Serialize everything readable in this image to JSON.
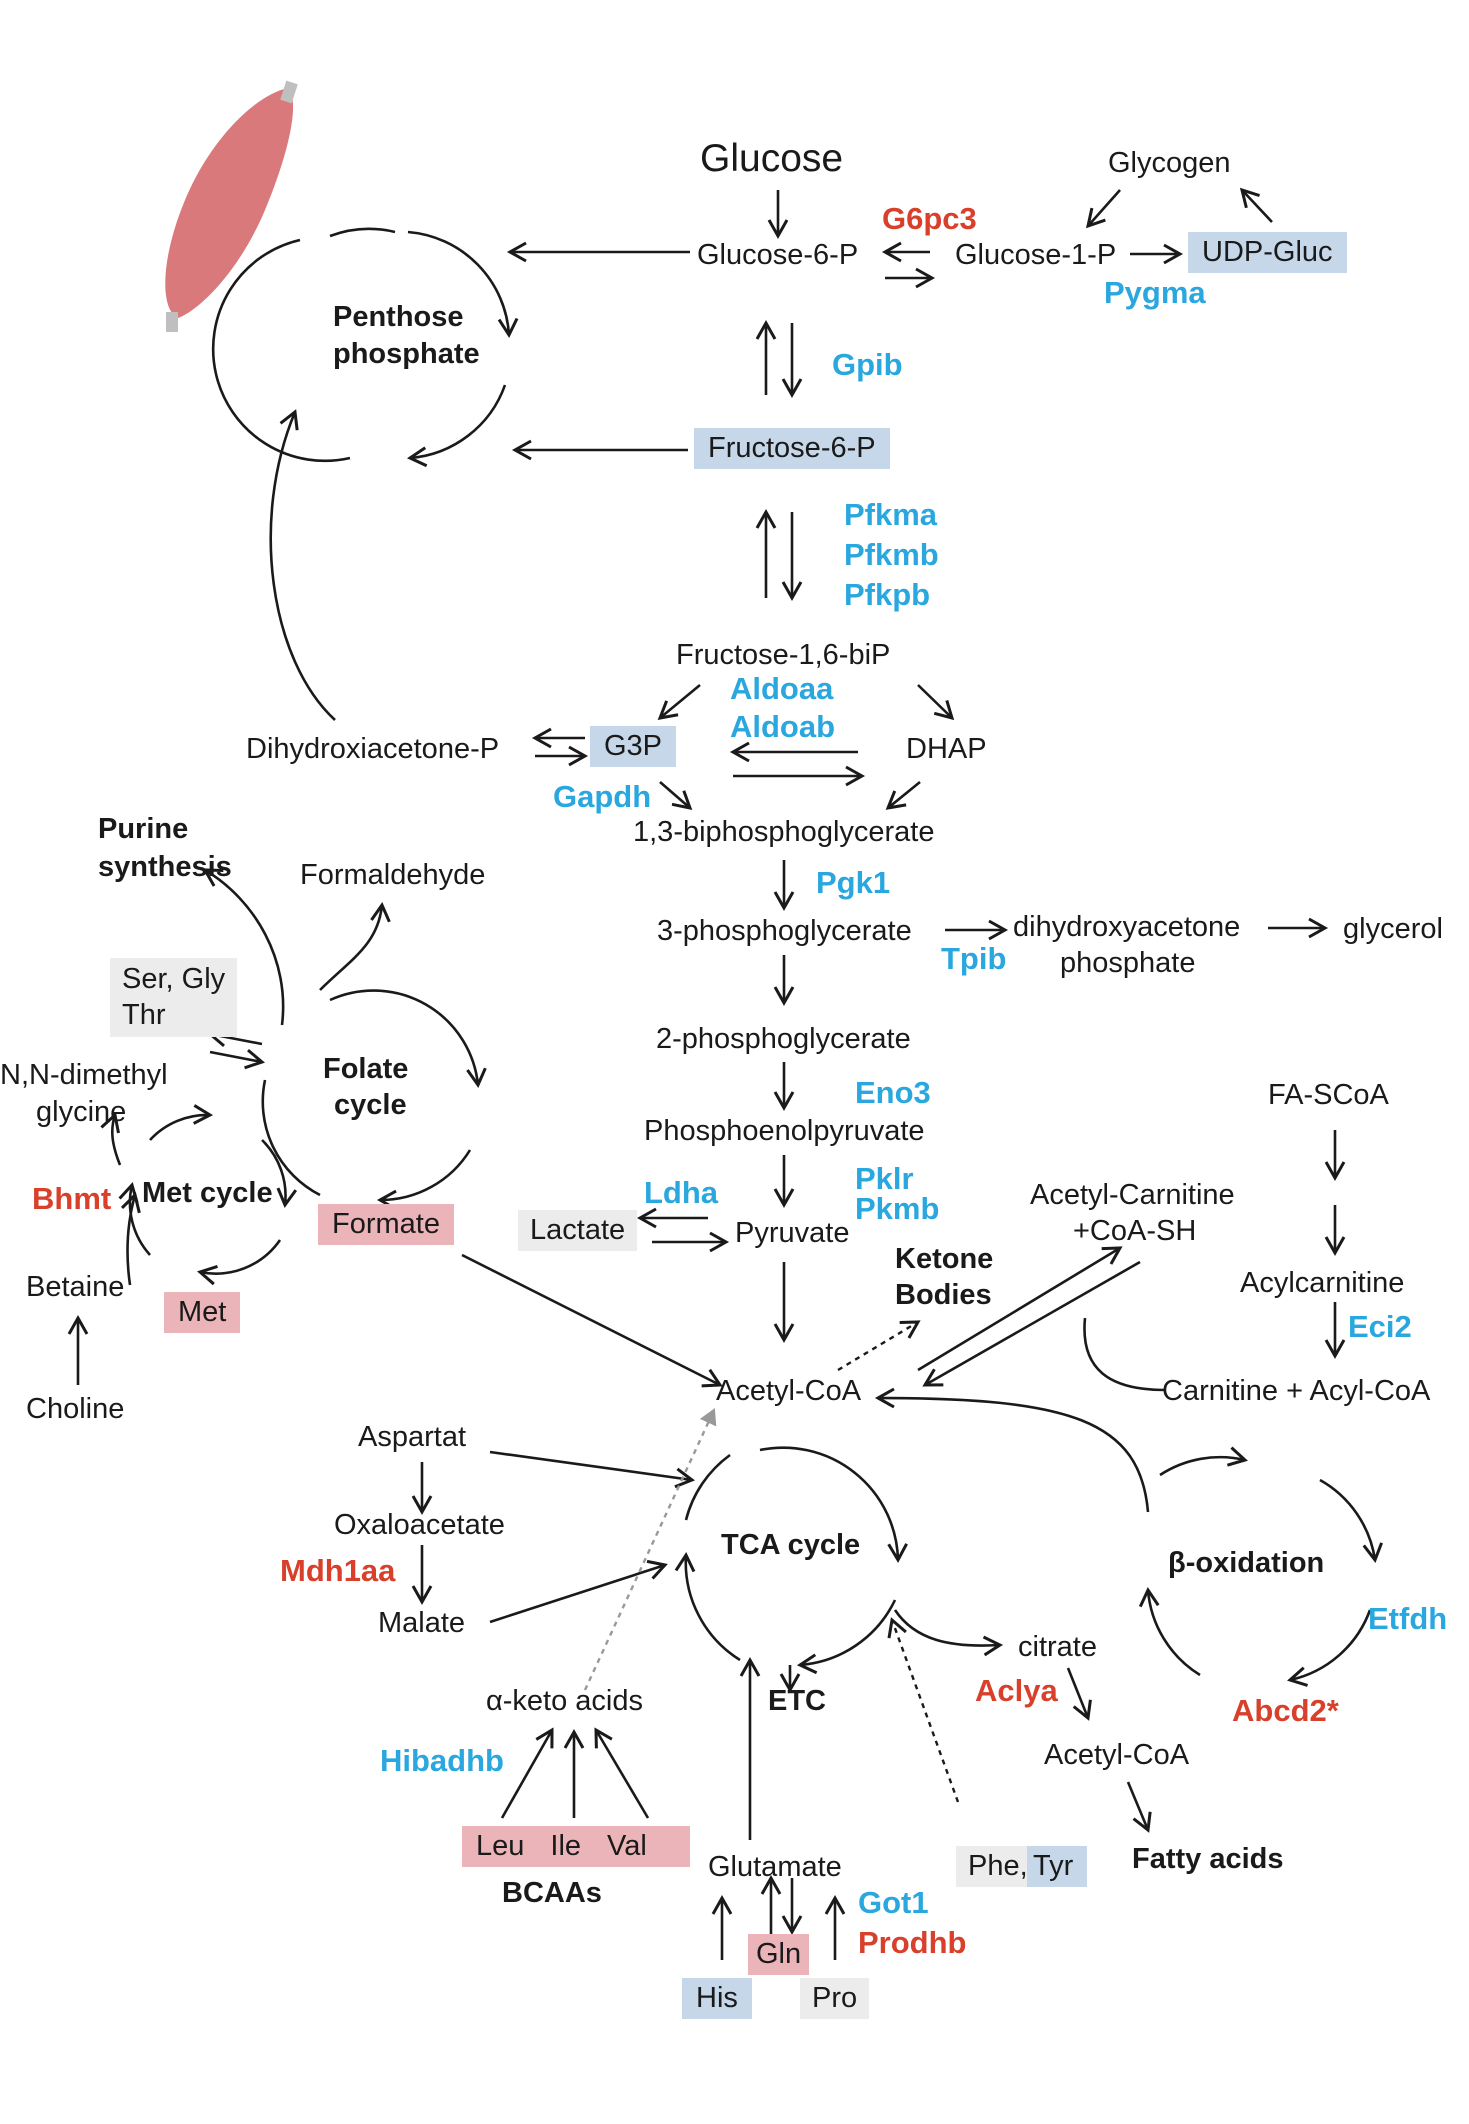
{
  "metabolites": {
    "glucose": "Glucose",
    "glycogen": "Glycogen",
    "g6p": "Glucose-6-P",
    "g1p": "Glucose-1-P",
    "udp_gluc": "UDP-Gluc",
    "f6p": "Fructose-6-P",
    "f16bp": "Fructose-1,6-biP",
    "dihydroxiacetone_p": "Dihydroxiacetone-P",
    "g3p": "G3P",
    "dhap": "DHAP",
    "bpg13": "1,3-biphosphoglycerate",
    "pg3": "3-phosphoglycerate",
    "dhap_long": "dihydroxyacetone",
    "dhap_long2": "phosphate",
    "glycerol": "glycerol",
    "pg2": "2-phosphoglycerate",
    "pep": "Phosphoenolpyruvate",
    "pyruvate": "Pyruvate",
    "lactate": "Lactate",
    "acetyl_coa": "Acetyl-CoA",
    "acetyl_coa2": "Acetyl-CoA",
    "fa_scoa": "FA-SCoA",
    "acetyl_carnitine_1": "Acetyl-Carnitine",
    "acetyl_carnitine_2": "+CoA-SH",
    "acylcarnitine": "Acylcarnitine",
    "carnitine_acylcoa": "Carnitine + Acyl-CoA",
    "formaldehyde": "Formaldehyde",
    "ser_gly_1": "Ser, Gly",
    "ser_gly_2": "Thr",
    "dimethyl_1": "N,N-dimethyl",
    "dimethyl_2": "glycine",
    "formate": "Formate",
    "betaine": "Betaine",
    "met": "Met",
    "choline": "Choline",
    "aspartat": "Aspartat",
    "oxaloacetate": "Oxaloacetate",
    "malate": "Malate",
    "alpha_keto": "α-keto acids",
    "leu": "Leu",
    "ile": "Ile",
    "val": "Val",
    "citrate": "citrate",
    "glutamate": "Glutamate",
    "gln": "Gln",
    "his": "His",
    "pro": "Pro",
    "phe": "Phe,",
    "tyr": "Tyr"
  },
  "pathways": {
    "pentose_1": "Penthose",
    "pentose_2": "phosphate",
    "purine_1": "Purine",
    "purine_2": "synthesis",
    "folate_1": "Folate",
    "folate_2": "cycle",
    "met_cycle": "Met cycle",
    "ketone_1": "Ketone",
    "ketone_2": "Bodies",
    "tca": "TCA cycle",
    "beta_ox": "β-oxidation",
    "etc": "ETC",
    "bcaas": "BCAAs",
    "fatty_acids": "Fatty acids"
  },
  "enzymes_blue": {
    "pygma": "Pygma",
    "gpib": "Gpib",
    "pfkma": "Pfkma",
    "pfkmb": "Pfkmb",
    "pfkpb": "Pfkpb",
    "aldoaa": "Aldoaa",
    "aldoab": "Aldoab",
    "gapdh": "Gapdh",
    "pgk1": "Pgk1",
    "tpib": "Tpib",
    "eno3": "Eno3",
    "ldha": "Ldha",
    "pklr": "Pklr",
    "pkmb": "Pkmb",
    "eci2": "Eci2",
    "etfdh": "Etfdh",
    "hibadhb": "Hibadhb",
    "got1": "Got1"
  },
  "enzymes_red": {
    "g6pc3": "G6pc3",
    "bhmt": "Bhmt",
    "mdh1aa": "Mdh1aa",
    "aclya": "Aclya",
    "abcd2": "Abcd2*",
    "prodhb": "Prodhb"
  },
  "colors": {
    "upregulated": "#d8402b",
    "downregulated": "#29a7de",
    "box_blue": "#c5d7e8",
    "box_pink": "#eab4b8",
    "box_grey": "#ececec",
    "muscle": "#d9797b"
  },
  "icons": [
    "muscle-icon"
  ]
}
